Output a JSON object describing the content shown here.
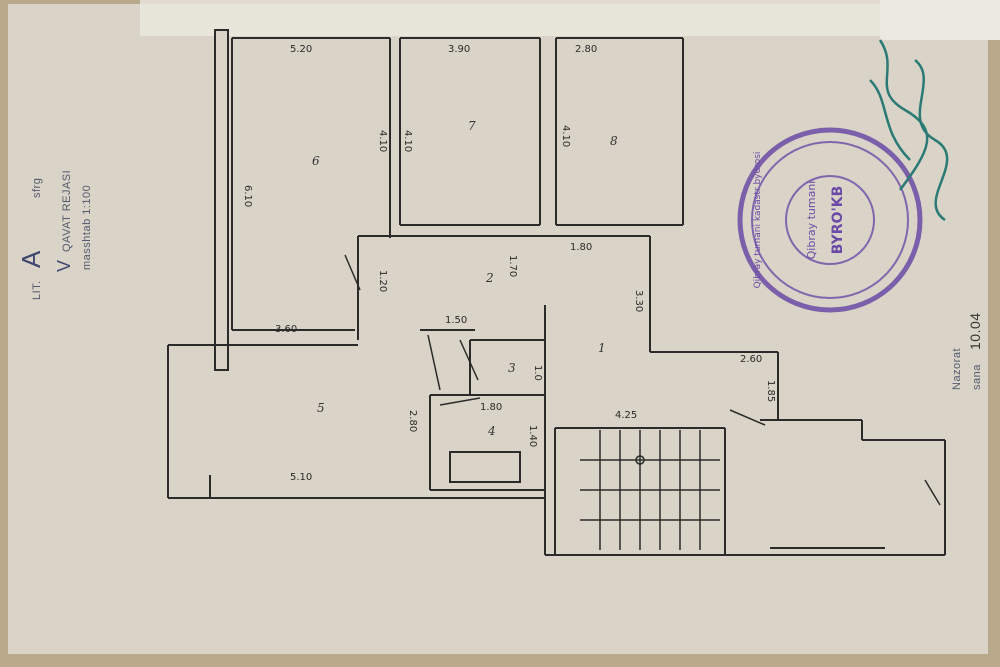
{
  "sidebar": {
    "lit_label": "LIT.",
    "lit_value": "A",
    "lit_suffix": "sfrg",
    "floor_number": "V",
    "floor_label": "QAVAT REJASI",
    "scale_label": "masshtab 1:100"
  },
  "rooms": [
    "6",
    "7",
    "8",
    "2",
    "1",
    "3",
    "4",
    "5"
  ],
  "dimensions": {
    "top_6": "5.20",
    "top_7": "3.90",
    "top_8": "2.80",
    "side_6": "6.10",
    "side_6b": "4.10",
    "side_7": "4.10",
    "side_8": "4.10",
    "hall_w": "1.20",
    "hall_h": "1.70",
    "corr_w": "1.80",
    "bot_6": "3.60",
    "k_w": "1.50",
    "wc_w": "1.0",
    "bath_w": "1.80",
    "bath_h": "1.40",
    "room5_h": "2.80",
    "room5_w": "5.10",
    "r1_h": "3.30",
    "r1_w": "2.60",
    "r1_s": "1.85",
    "stair_w": "4.25"
  },
  "stamp": {
    "outer_text": "Qibray tumani kadastr byurosi",
    "inner_top": "Qibray tumani",
    "center": "BYRO'KB"
  },
  "right": {
    "label_top": "Nazorat",
    "label_bottom": "sana",
    "date_value": "10.04"
  },
  "colors": {
    "paper": "#dcd6c8",
    "ink": "#2b2b2b",
    "stamp": "#6a4aa6",
    "signature": "#2b7a76"
  }
}
